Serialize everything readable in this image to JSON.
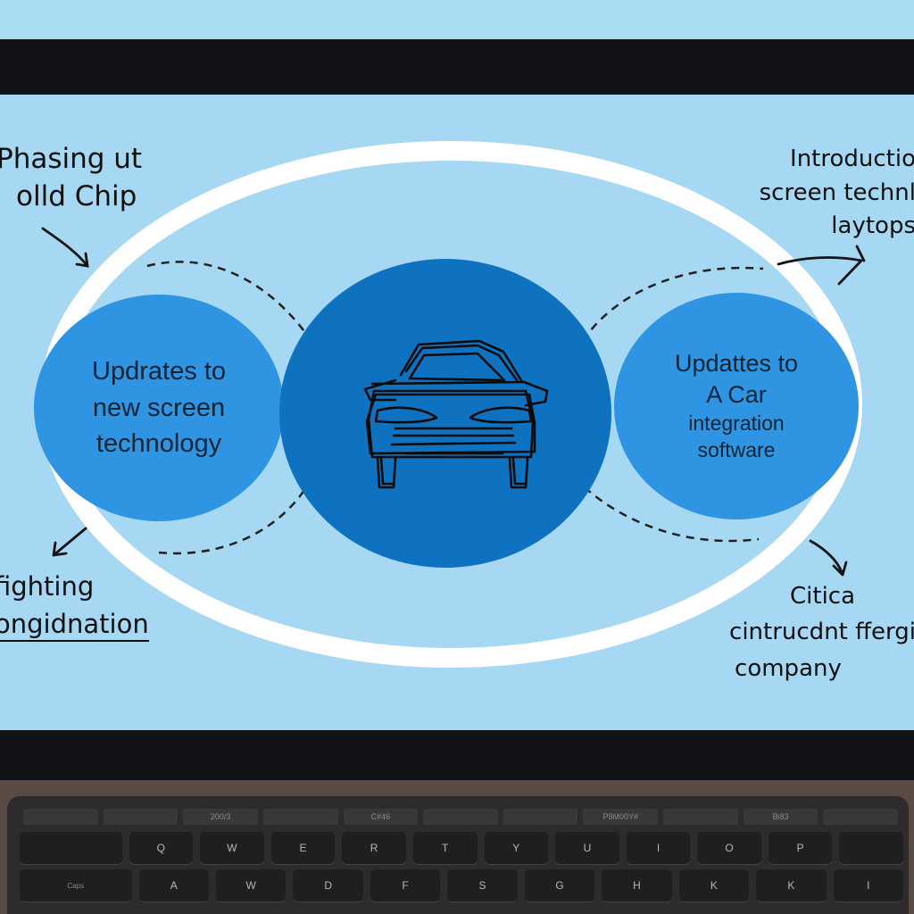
{
  "diagram": {
    "center": {
      "icon": "car-sketch-icon"
    },
    "left_circle": {
      "lines": [
        "Updrates to",
        "new screen",
        "technology"
      ]
    },
    "right_circle": {
      "lines": [
        "Updattes to",
        "A Car",
        "integration",
        "software"
      ]
    },
    "annotations": {
      "top_left": [
        "Phasing ut",
        "olld Chip"
      ],
      "top_right": [
        "Introductio",
        "screen technl",
        "laytops"
      ],
      "bottom_left": [
        "fighting",
        "ongidnation"
      ],
      "bottom_right": [
        "Citica",
        "cintrucdnt ffergi",
        "company"
      ]
    }
  },
  "keyboard": {
    "function_labels": [
      "200/3",
      "C#46",
      "P8M00Y#",
      "Bi83"
    ],
    "row1": [
      "Q",
      "W",
      "E",
      "R",
      "T",
      "Y",
      "U",
      "I",
      "O",
      "P"
    ],
    "row2": [
      "Caps",
      "A",
      "W",
      "D",
      "F",
      "S",
      "G",
      "H",
      "K",
      "K",
      "I"
    ]
  },
  "colors": {
    "screen_bg": "#a6d8f3",
    "ring": "#ffffff",
    "side_circle": "#2f95e3",
    "center_circle": "#0f72c0",
    "bezel": "#121316"
  }
}
